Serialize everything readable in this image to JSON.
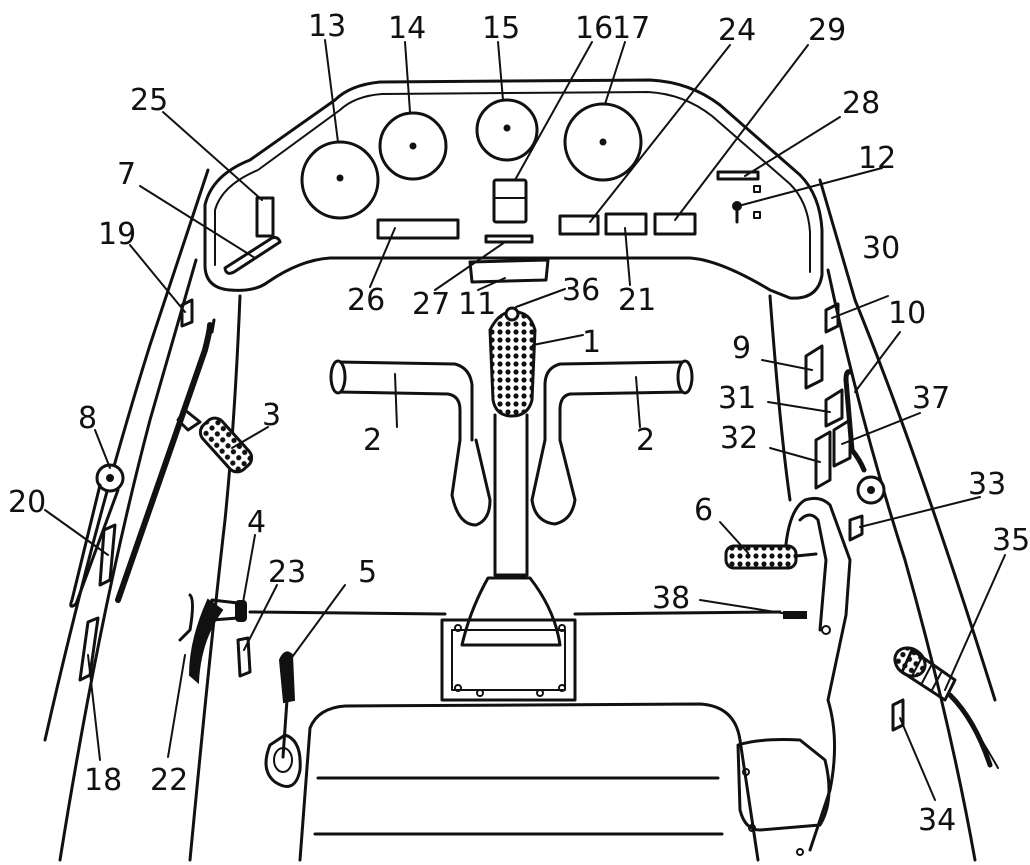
{
  "labels": {
    "l1": "1",
    "l2a": "2",
    "l2b": "2",
    "l3": "3",
    "l4": "4",
    "l5": "5",
    "l6": "6",
    "l7": "7",
    "l8": "8",
    "l9": "9",
    "l10": "10",
    "l11": "11",
    "l12": "12",
    "l13": "13",
    "l14": "14",
    "l15": "15",
    "l16": "16",
    "l17": "17",
    "l18": "18",
    "l19": "19",
    "l20": "20",
    "l21": "21",
    "l22": "22",
    "l23": "23",
    "l24": "24",
    "l25": "25",
    "l26": "26",
    "l27": "27",
    "l28": "28",
    "l29": "29",
    "l30": "30",
    "l31": "31",
    "l32": "32",
    "l33": "33",
    "l34": "34",
    "l35": "35",
    "l36": "36",
    "l37": "37",
    "l38": "38"
  }
}
